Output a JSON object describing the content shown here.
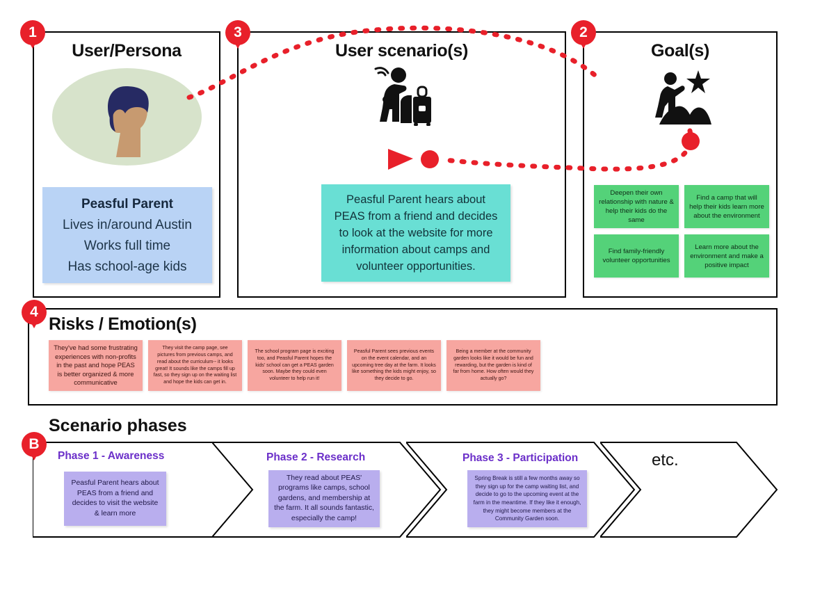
{
  "badges": {
    "persona": "1",
    "goals": "2",
    "scenario": "3",
    "risks": "4",
    "phases": "B"
  },
  "persona_panel": {
    "title": "User/Persona",
    "avatar_icon": "persona-head-illustration",
    "card": {
      "name": "Peasful Parent",
      "lines": [
        "Lives in/around Austin",
        "Works full time",
        "Has school-age kids"
      ]
    }
  },
  "scenario_panel": {
    "title": "User scenario(s)",
    "icon": "traveler-with-luggage-icon",
    "card_text": "Peasful Parent hears about PEAS from a friend and decides to look at the website for more information about camps and volunteer opportunities."
  },
  "goals_panel": {
    "title": "Goal(s)",
    "icon": "person-climbing-to-star-icon",
    "cards": [
      "Deepen their own relationship with nature & help their kids do the same",
      "Find a camp that will help their kids learn more about the environment",
      "Find family-friendly volunteer opportunities",
      "Learn more about the environment and make a positive impact"
    ]
  },
  "risks_panel": {
    "title": "Risks / Emotion(s)",
    "cards": [
      "They've had some frustrating experiences with non-profits in the past and hope PEAS is better organized & more communicative",
      "They visit the camp page, see pictures from previous camps, and read about the curriculum-- it looks great! It sounds like the camps fill up fast, so they sign up on the waiting list and hope the kids can get in.",
      "The school program page is exciting too, and Peasful Parent hopes the kids' school can get a PEAS garden soon. Maybe they could even volunteer to help run it!",
      "Peasful Parent sees previous events on the event calendar, and an upcoming tree day at the farm. It looks like something the kids might enjoy, so they decide to go.",
      "Being a member at the community garden looks like it would be fun and rewarding, but the garden is kind of far from home. How often would they actually go?"
    ]
  },
  "phases_section": {
    "title": "Scenario phases",
    "phases": [
      {
        "label": "Phase 1 - Awareness",
        "text": "Peasful Parent hears about PEAS from a friend and decides to visit the website & learn more"
      },
      {
        "label": "Phase 2 - Research",
        "text": "They read about PEAS' programs like camps, school gardens, and membership at the farm. It all sounds fantastic, especially the camp!"
      },
      {
        "label": "Phase 3 - Participation",
        "text": "Spring Break is still a few months away so they sign up for the camp waiting list, and decide to go to the upcoming event at the farm in the meantime. If they like it enough, they might become members at the Community Garden soon."
      },
      {
        "label": "etc.",
        "text": ""
      }
    ]
  },
  "colors": {
    "badge_red": "#e8202a",
    "persona_card": "#b9d3f5",
    "scenario_card": "#69dfd4",
    "goal_card": "#54d279",
    "risk_card": "#f7a6a0",
    "phase_card": "#b9aeee",
    "phase_label": "#6b2fc9",
    "avatar_oval": "#d7e3cb"
  }
}
